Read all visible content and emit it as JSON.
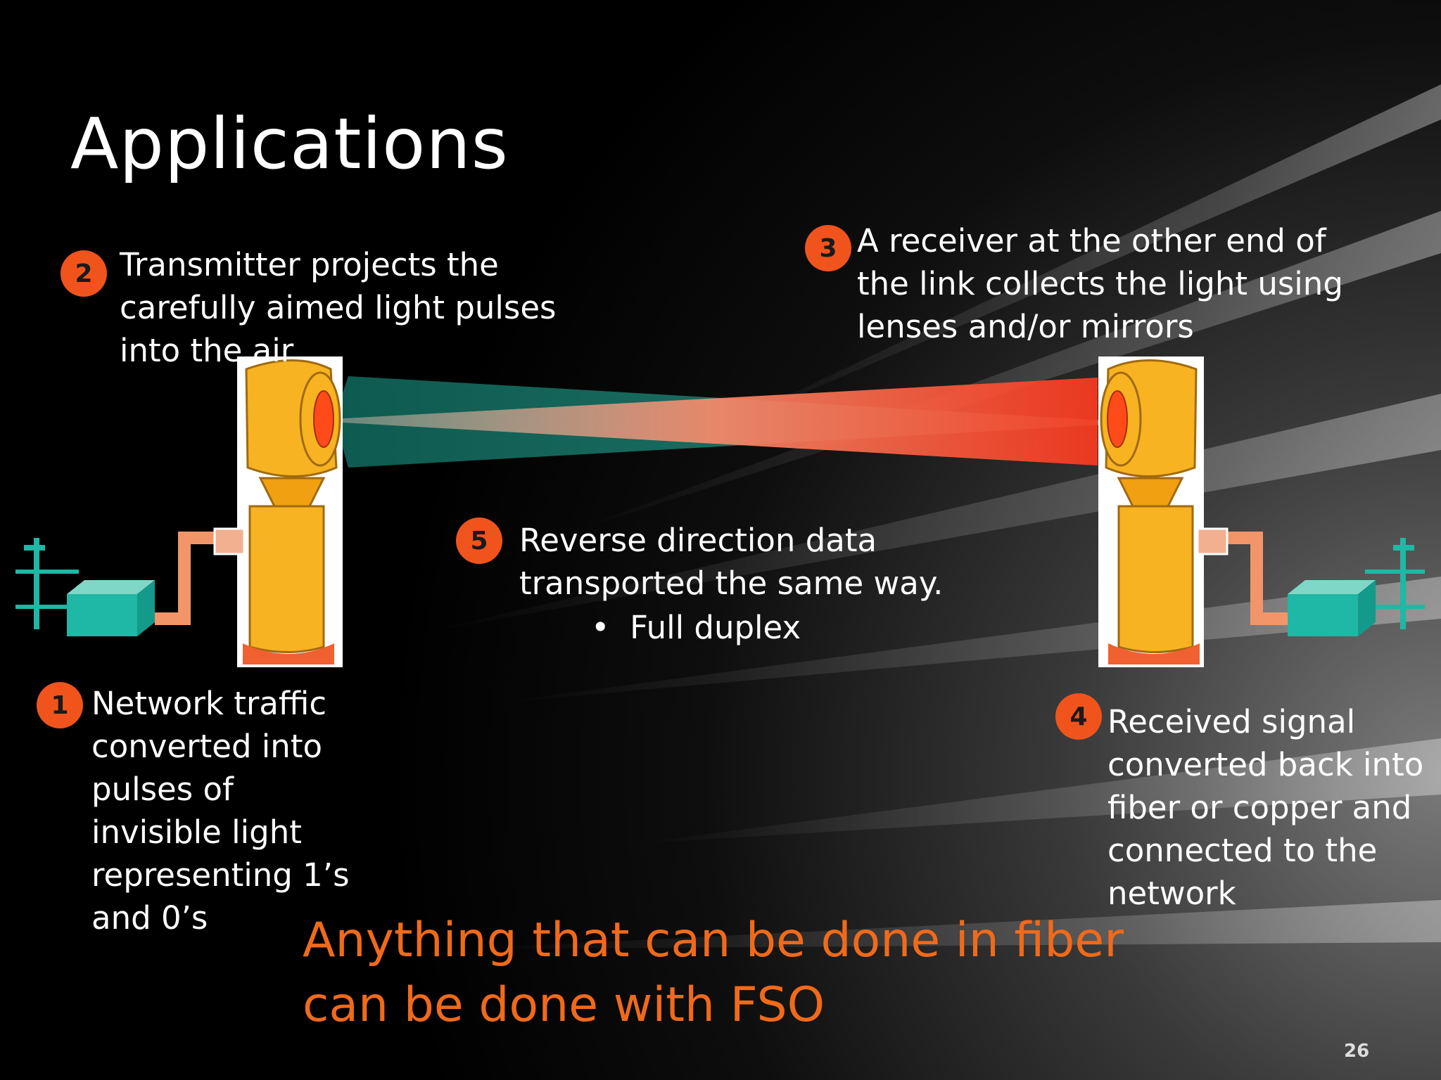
{
  "slide": {
    "title": "Applications",
    "page_number": "26"
  },
  "steps": [
    {
      "number": "1",
      "lines": [
        "Network traffic",
        "converted into",
        "pulses of",
        "invisible light",
        "representing 1’s",
        "and 0’s"
      ]
    },
    {
      "number": "2",
      "lines": [
        "Transmitter projects the",
        "carefully aimed light pulses",
        "into the air"
      ]
    },
    {
      "number": "3",
      "lines": [
        "A receiver at the other end of",
        "the link collects the light using",
        "lenses and/or mirrors"
      ]
    },
    {
      "number": "4",
      "lines": [
        "Received signal",
        "converted back into",
        "fiber or copper and",
        "connected to the",
        "network"
      ]
    },
    {
      "number": "5",
      "lines": [
        "Reverse direction data",
        "transported the same way."
      ],
      "bullet": "Full duplex"
    }
  ],
  "tagline": {
    "lines": [
      "Anything that can be done in fiber",
      "can be done with FSO"
    ]
  },
  "colors": {
    "accent_orange": "#f06a1a",
    "badge": "#f0541c",
    "beam_teal": "#0f5a4e",
    "beam_red": "#ff4a2a",
    "device_yellow": "#f7b321",
    "box_teal": "#1fb7a5"
  }
}
